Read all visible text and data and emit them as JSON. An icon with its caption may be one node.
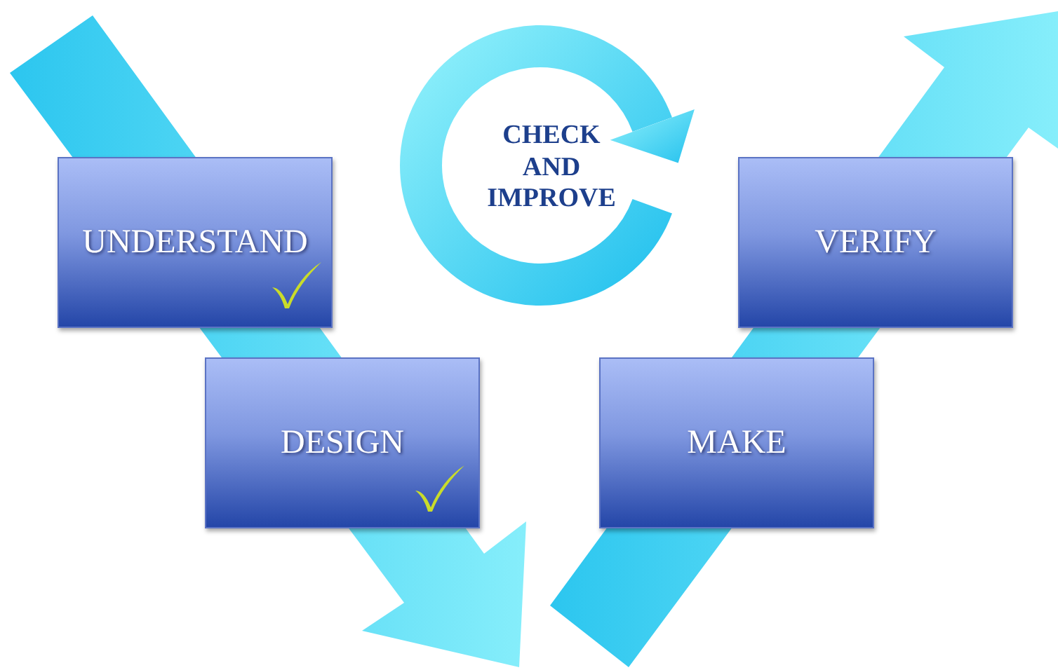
{
  "diagram": {
    "nodes": [
      {
        "text": [
          "UNDERSTAND"
        ]
      },
      {
        "text": [
          "DESIGN"
        ]
      },
      {
        "text": [
          "MAKE"
        ]
      },
      {
        "text": [
          "VERIFY"
        ]
      },
      {
        "text": [
          "CHECK AND IMPROVE"
        ]
      }
    ]
  }
}
